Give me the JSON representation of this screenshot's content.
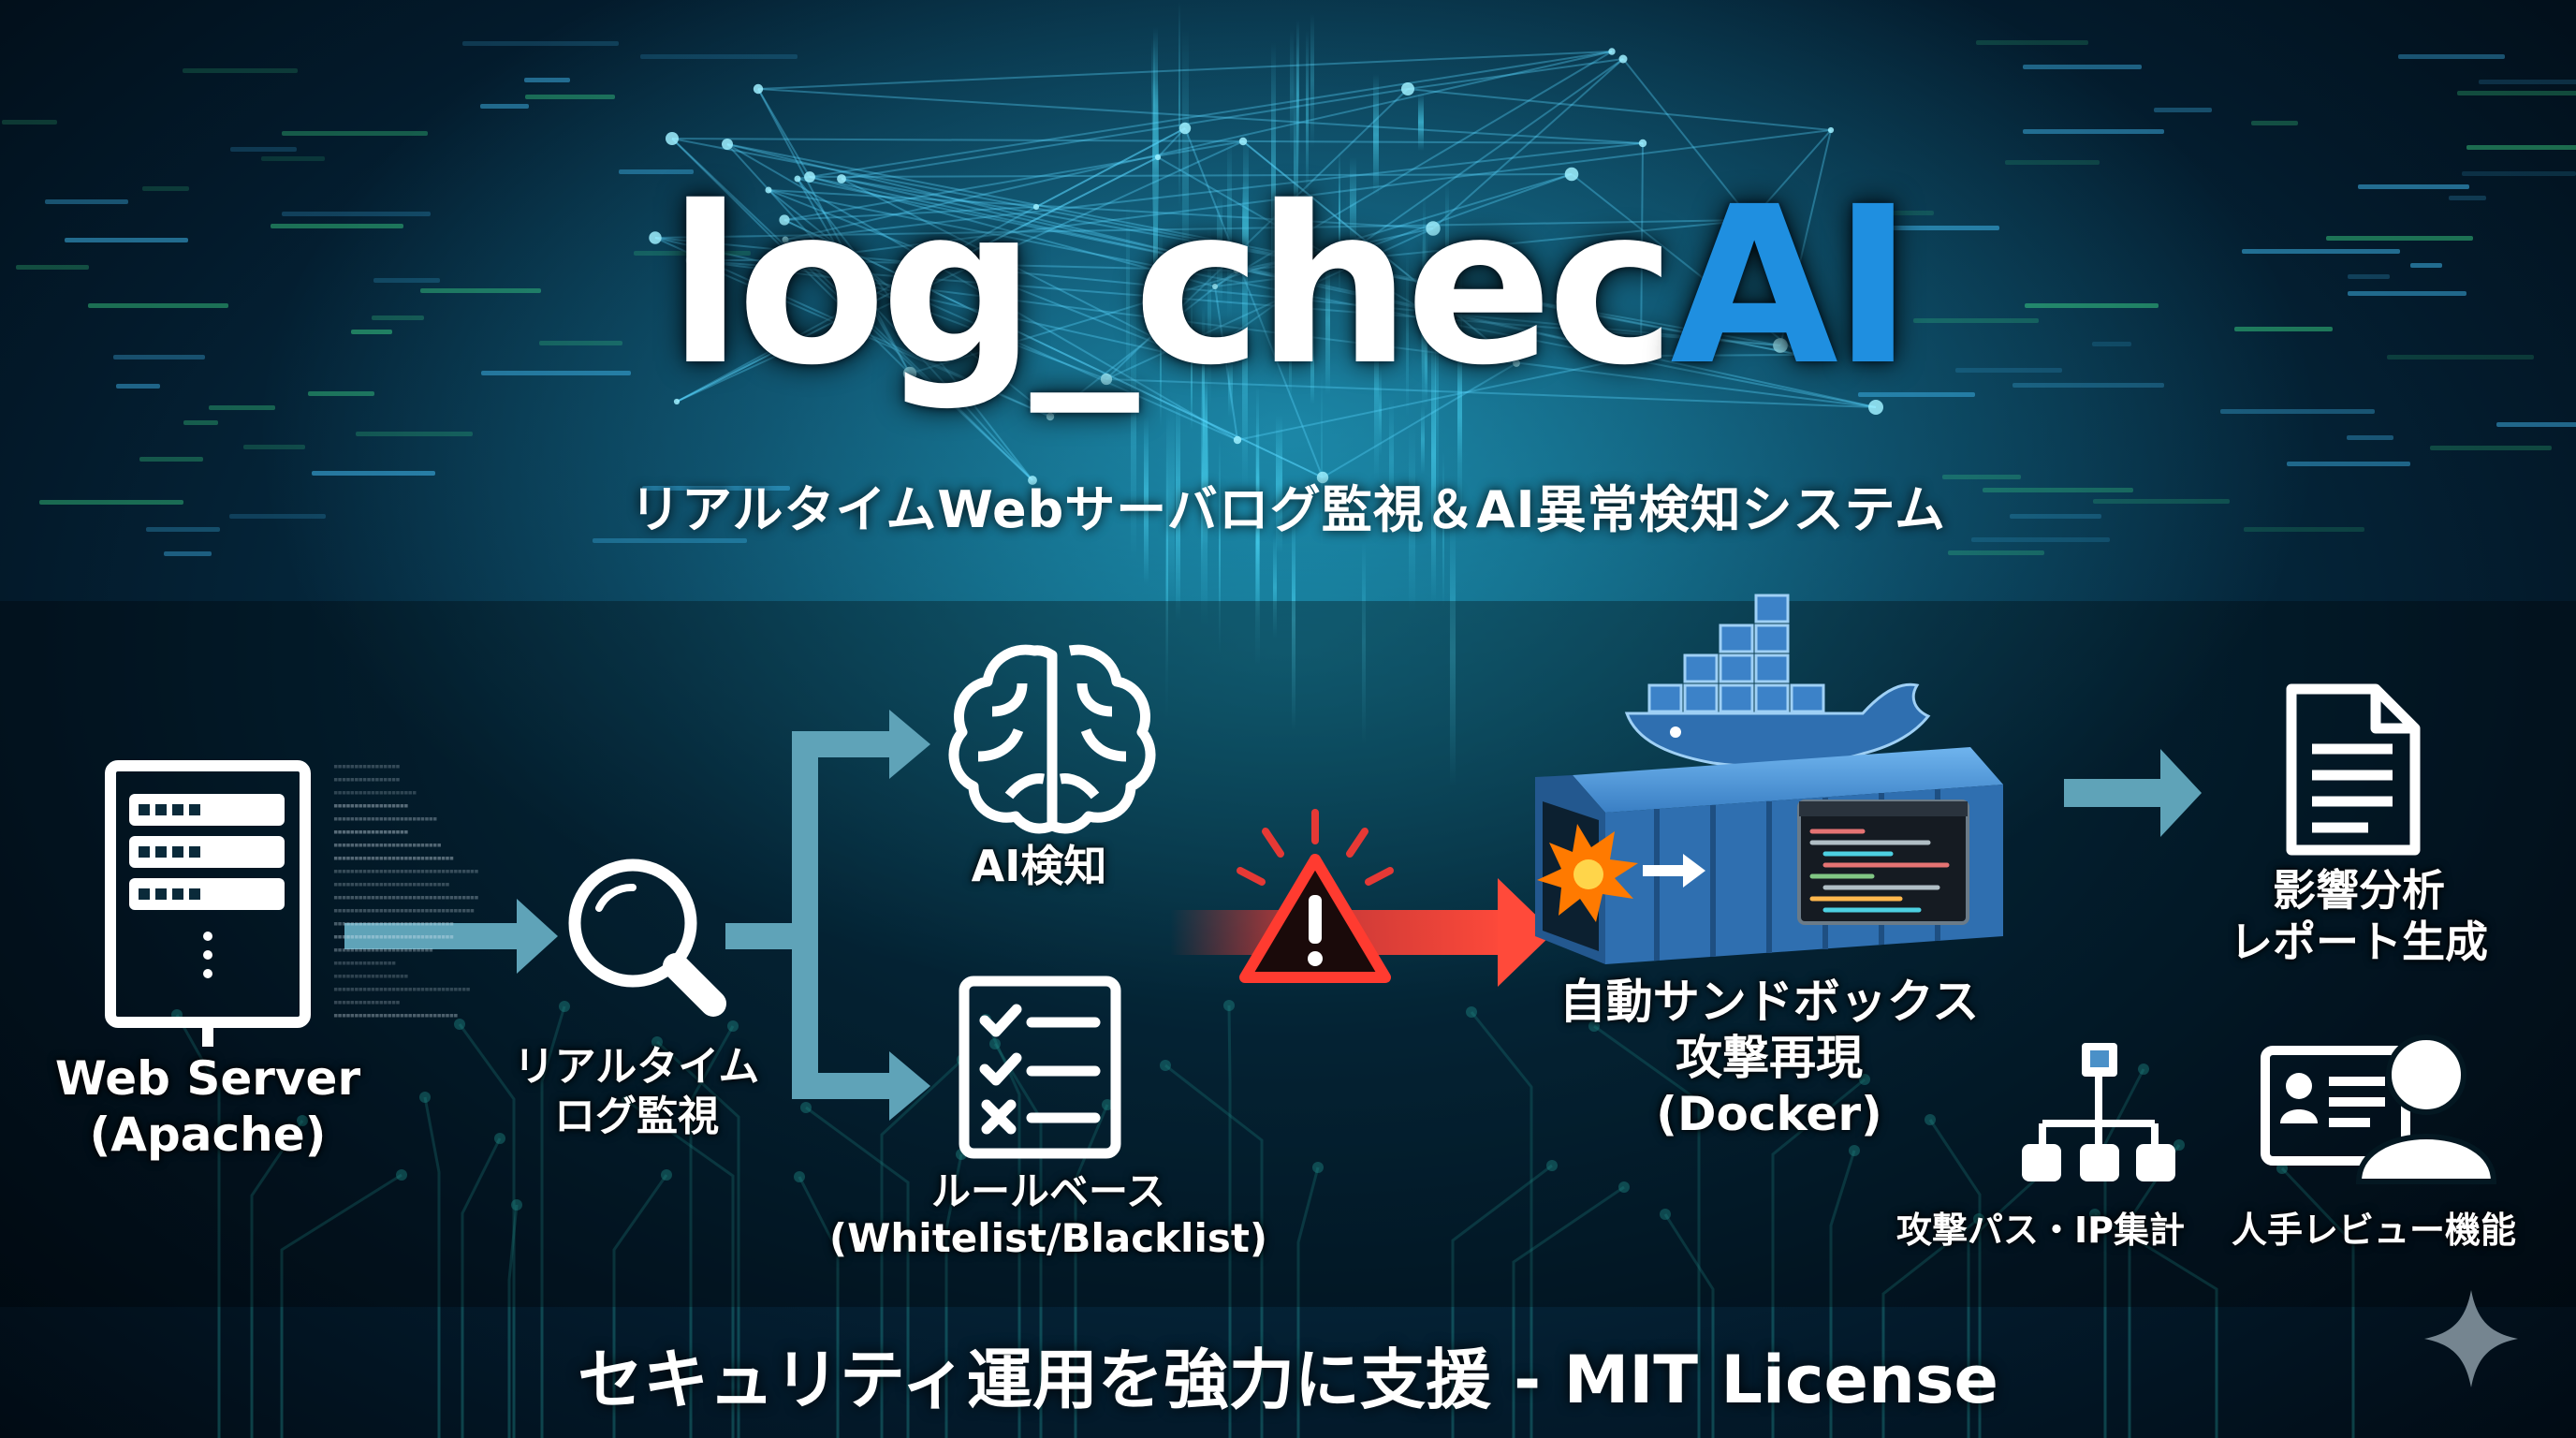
{
  "title": {
    "prefix": "log_chec",
    "accent": "AI"
  },
  "subtitle": "リアルタイムWebサーバログ監視＆AI異常検知システム",
  "nodes": {
    "web_server": {
      "line1": "Web Server",
      "line2": "(Apache)"
    },
    "realtime_monitor": {
      "line1": "リアルタイム",
      "line2": "ログ監視"
    },
    "ai_detection": {
      "label": "AI検知"
    },
    "rule_based": {
      "line1": "ルールベース",
      "line2": "(Whitelist/Blacklist)"
    },
    "sandbox": {
      "line1": "自動サンドボックス",
      "line2": "攻撃再現",
      "line3": "(Docker)"
    },
    "impact_report": {
      "line1": "影響分析",
      "line2": "レポート生成"
    },
    "attack_path": {
      "label": "攻撃パス・IP集計"
    },
    "human_review": {
      "label": "人手レビュー機能"
    }
  },
  "footer": "セキュリティ運用を強力に支援 - MIT License",
  "colors": {
    "accent_blue": "#1f8fe0",
    "arrow_teal": "#5fa3b8",
    "alert_red": "#e53935",
    "container_blue": "#2f6fb0",
    "icon_white": "#ffffff"
  },
  "icons": [
    "server-icon",
    "magnifier-icon",
    "brain-icon",
    "checklist-icon",
    "warning-icon",
    "docker-whale-icon",
    "shipping-container-icon",
    "explosion-icon",
    "terminal-icon",
    "document-icon",
    "hierarchy-icon",
    "reviewer-icon",
    "sparkle-icon"
  ]
}
